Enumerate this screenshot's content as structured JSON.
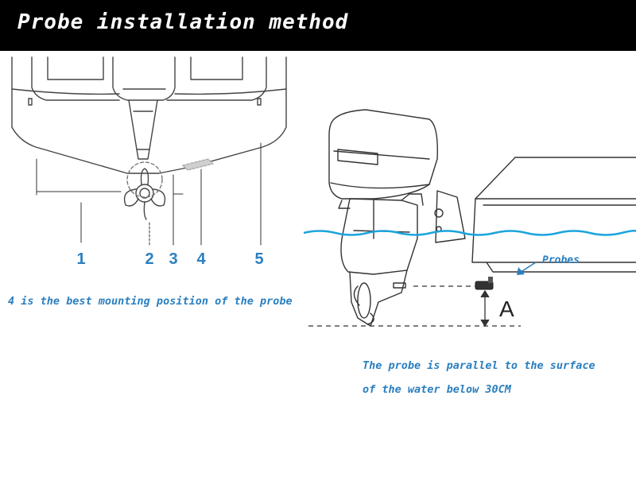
{
  "header": {
    "title": "Probe installation method"
  },
  "rear_view": {
    "position_labels": [
      "1",
      "2",
      "3",
      "4",
      "5"
    ],
    "caption": "4 is the best mounting position of the probe"
  },
  "side_view": {
    "probes_label": "Probes",
    "depth_label": "A",
    "caption_line1": "The probe is parallel to the surface",
    "caption_line2": "of the water below 30CM"
  },
  "colors": {
    "header_bg": "#000000",
    "header_text": "#ffffff",
    "accent_blue": "#2a7fc0",
    "water_blue": "#1ca4dd",
    "line": "#333333"
  }
}
